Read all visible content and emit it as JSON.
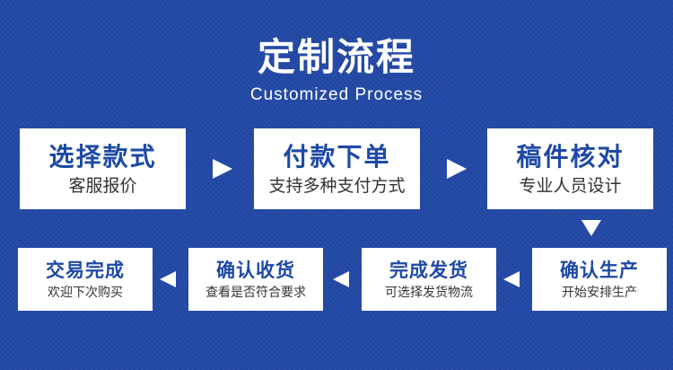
{
  "header": {
    "title": "定制流程",
    "subtitle": "Customized Process"
  },
  "steps": [
    {
      "title": "选择款式",
      "desc": "客服报价"
    },
    {
      "title": "付款下单",
      "desc": "支持多种支付方式"
    },
    {
      "title": "稿件核对",
      "desc": "专业人员设计"
    },
    {
      "title": "确认生产",
      "desc": "开始安排生产"
    },
    {
      "title": "完成发货",
      "desc": "可选择发货物流"
    },
    {
      "title": "确认收货",
      "desc": "查看是否符合要求"
    },
    {
      "title": "交易完成",
      "desc": "欢迎下次购买"
    }
  ],
  "colors": {
    "background": "#2349a6",
    "box": "#ffffff",
    "heading": "#1e49a6",
    "text": "#333333"
  },
  "icons": {
    "arrow_right": "right-triangle-arrow",
    "arrow_down": "down-triangle-arrow",
    "arrow_left": "left-triangle-arrow"
  }
}
